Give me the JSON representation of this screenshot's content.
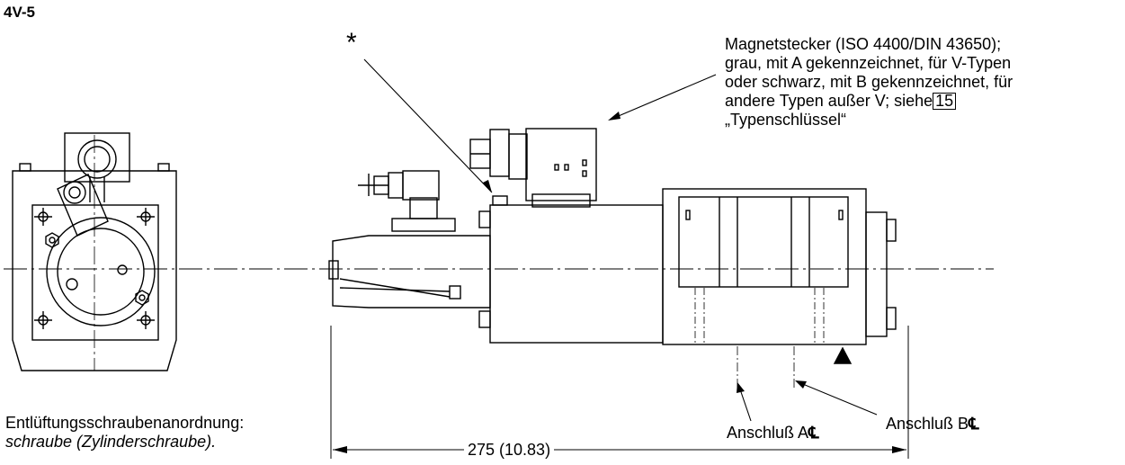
{
  "title": "4V-5",
  "connector_note": {
    "line1": "Magnetstecker (ISO 4400/DIN 43650);",
    "line2": "grau, mit A gekennzeichnet, für V-Typen",
    "line3": "oder schwarz, mit B gekennzeichnet, für",
    "line4_pre": "andere Typen außer V; siehe",
    "line4_ref": "15",
    "line5": "„Typenschlüssel“"
  },
  "asterisk": "*",
  "bleed_note": {
    "line1": "Entlüftungsschraubenanordnung:",
    "line2": "schraube (Zylinderschraube)."
  },
  "port_a": {
    "label": "Anschluß A",
    "symbol": "℄"
  },
  "port_b": {
    "label": "Anschluß B",
    "symbol": "℄"
  },
  "dimension": "275 (10.83)",
  "colors": {
    "line": "#000000",
    "background": "#ffffff"
  }
}
